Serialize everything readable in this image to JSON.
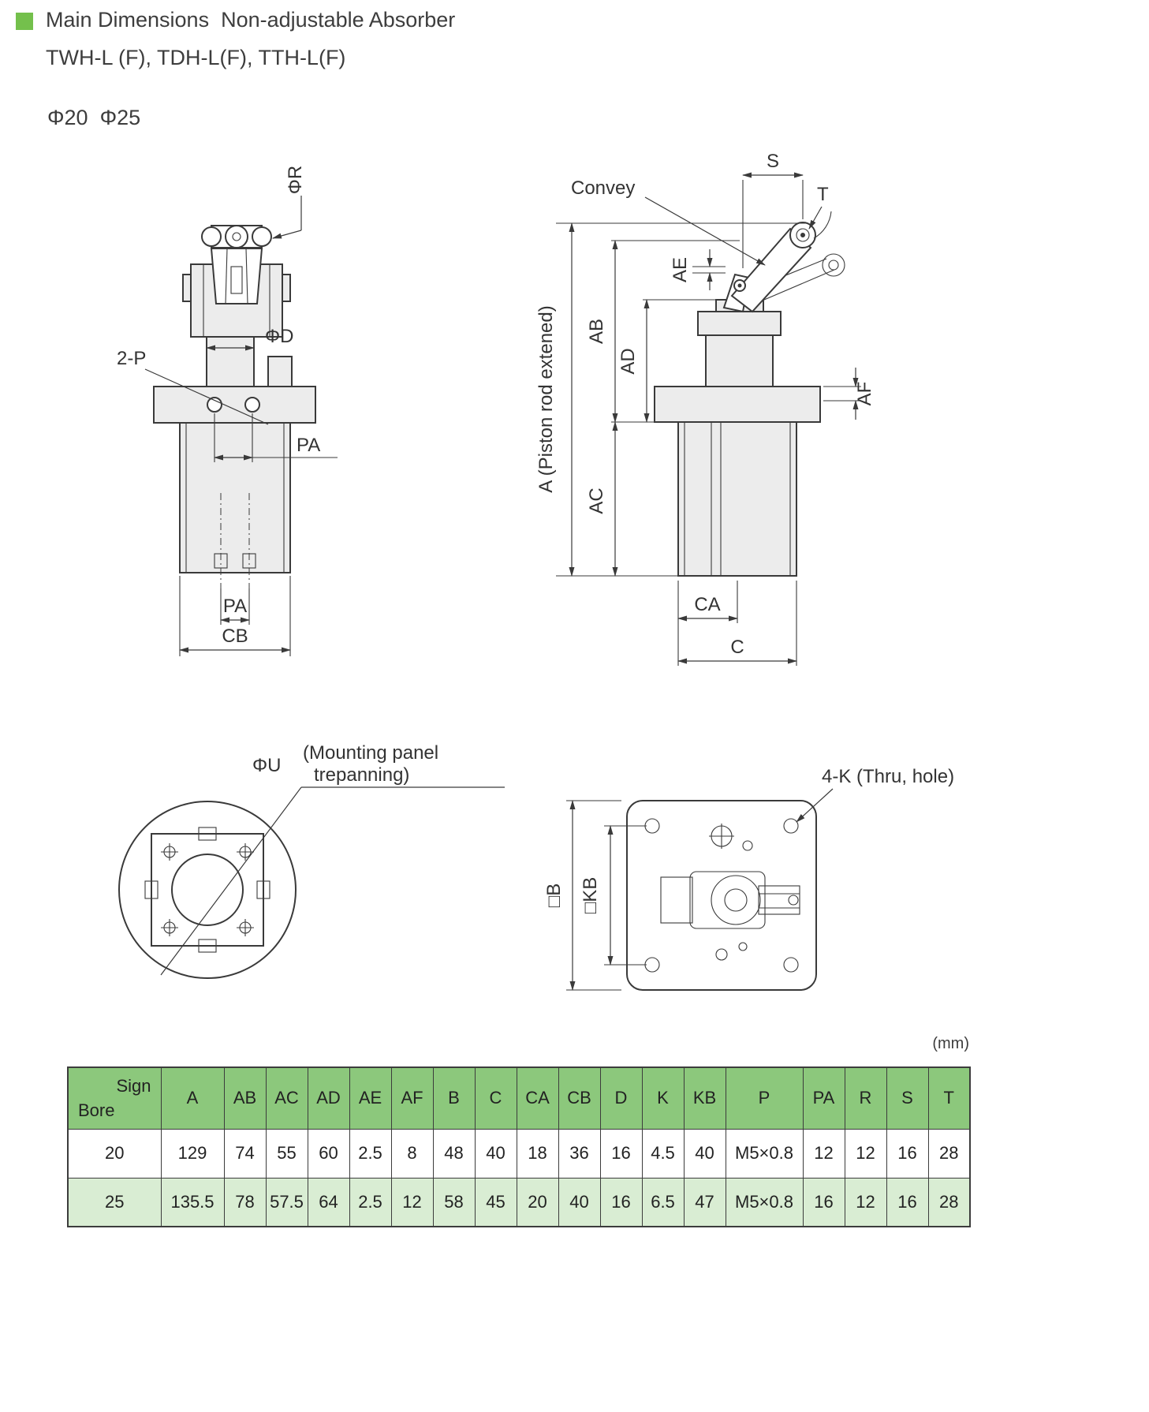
{
  "page": {
    "title": "Main Dimensions  Non-adjustable Absorber",
    "subtitle": "TWH-L (F), TDH-L(F), TTH-L(F)",
    "bore_sizes": "Φ20  Φ25",
    "unit_note": "(mm)"
  },
  "drawings": {
    "front_view": {
      "phi_r": "ΦR",
      "two_p": "2-P",
      "phi_d": "ΦD",
      "pa_upper": "PA",
      "pa_lower": "PA",
      "cb": "CB"
    },
    "side_view": {
      "convey": "Convey",
      "s": "S",
      "t": "T",
      "ae": "AE",
      "ab": "AB",
      "ad": "AD",
      "a_extended": "A (Piston rod extened)",
      "ac": "AC",
      "af": "AF",
      "ca": "CA",
      "c": "C"
    },
    "trepanning_view": {
      "phi_u": "ΦU",
      "note_line1": "(Mounting panel",
      "note_line2": "trepanning)"
    },
    "flange_view": {
      "four_k": "4-K (Thru, hole)",
      "b": "□B",
      "kb": "□KB"
    }
  },
  "table": {
    "corner": {
      "top": "Sign",
      "bottom": "Bore"
    },
    "columns": [
      "A",
      "AB",
      "AC",
      "AD",
      "AE",
      "AF",
      "B",
      "C",
      "CA",
      "CB",
      "D",
      "K",
      "KB",
      "P",
      "PA",
      "R",
      "S",
      "T"
    ],
    "rows": [
      {
        "bore": "20",
        "values": [
          "129",
          "74",
          "55",
          "60",
          "2.5",
          "8",
          "48",
          "40",
          "18",
          "36",
          "16",
          "4.5",
          "40",
          "M5×0.8",
          "12",
          "12",
          "16",
          "28"
        ]
      },
      {
        "bore": "25",
        "values": [
          "135.5",
          "78",
          "57.5",
          "64",
          "2.5",
          "12",
          "58",
          "45",
          "20",
          "40",
          "16",
          "6.5",
          "47",
          "M5×0.8",
          "16",
          "12",
          "16",
          "28"
        ]
      }
    ]
  },
  "colors": {
    "accent_green": "#74c04c",
    "table_header_green": "#8cc87c",
    "table_row_alt_green": "#d9edd3",
    "line_color": "#3a3a3a"
  }
}
